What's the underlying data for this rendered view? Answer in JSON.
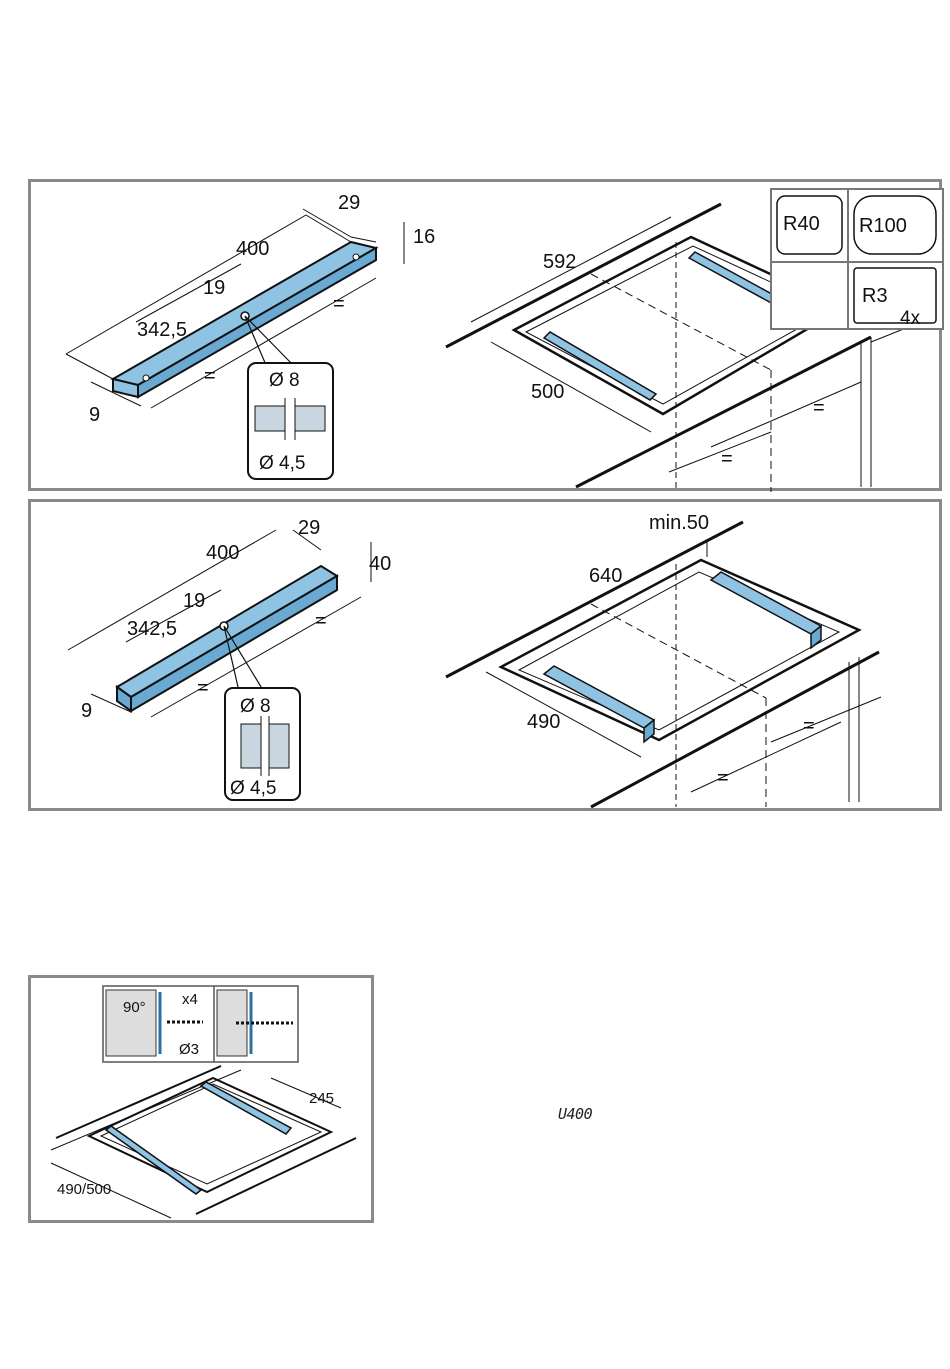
{
  "panel1": {
    "strip": {
      "length": "400",
      "width": "29",
      "height": "16",
      "hole_offset": "19",
      "hole_spacing": "342,5",
      "end_offset": "9",
      "equal": "="
    },
    "detail": {
      "counterbore": "Ø 8",
      "hole": "Ø 4,5"
    },
    "cutout": {
      "width": "592",
      "depth": "500",
      "equal": "="
    },
    "radii": [
      "R40",
      "R100",
      "R3",
      "4x"
    ]
  },
  "panel2": {
    "strip": {
      "length": "400",
      "width": "29",
      "height": "40",
      "hole_offset": "19",
      "hole_spacing": "342,5",
      "end_offset": "9",
      "equal": "="
    },
    "detail": {
      "counterbore": "Ø 8",
      "hole": "Ø 4,5"
    },
    "cutout": {
      "min_gap": "min.50",
      "width": "640",
      "depth": "490",
      "equal": "="
    }
  },
  "panel3": {
    "drill": {
      "angle": "90°",
      "count": "x4",
      "diameter": "Ø3"
    },
    "dimensions": {
      "spacing": "245",
      "depth": "490/500"
    }
  },
  "model_code": "U400"
}
